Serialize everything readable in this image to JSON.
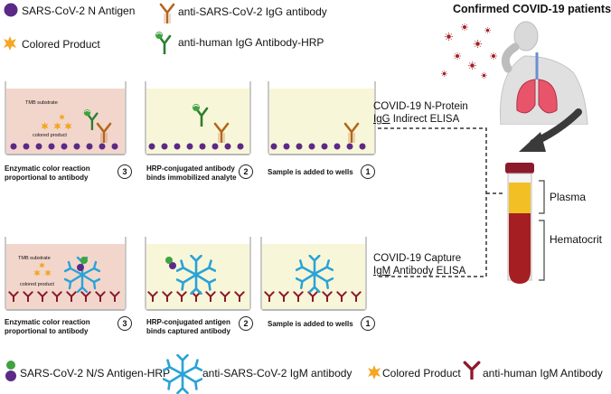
{
  "legend_top": {
    "n_antigen": "SARS-CoV-2 N Antigen",
    "colored_product": "Colored Product",
    "igg_antibody": "anti-SARS-CoV-2 IgG antibody",
    "hrp_antibody": "anti-human IgG Antibody-HRP"
  },
  "patients": {
    "title": "Confirmed COVID-19 patients"
  },
  "igg_row": {
    "wells": [
      {
        "caption": "Enzymatic color reaction proportional to antibody",
        "step": "3",
        "substrate": "TMB substrate",
        "product": "colored product"
      },
      {
        "caption": "HRP-conjugated antibody binds immobilized analyte",
        "step": "2"
      },
      {
        "caption": "Sample is added to wells",
        "step": "1"
      }
    ],
    "assay_line1": "COVID-19 N-Protein",
    "assay_u": "IgG",
    "assay_line2": " Indirect ELISA"
  },
  "igm_row": {
    "wells": [
      {
        "caption": "Enzymatic color reaction proportional to antibody",
        "step": "3",
        "substrate": "TMB substrate",
        "product": "colored product"
      },
      {
        "caption": "HRP-conjugated antigen binds captured antibody",
        "step": "2"
      },
      {
        "caption": "Sample is added to wells",
        "step": "1"
      }
    ],
    "assay_line1": "COVID-19 Capture",
    "assay_u": "IgM",
    "assay_line2": " Antibody ELISA"
  },
  "tube": {
    "plasma": "Plasma",
    "hematocrit": "Hematocrit"
  },
  "legend_bottom": {
    "ns_antigen_hrp": "SARS-CoV-2 N/S Antigen-HRP",
    "igm_antibody": "anti-SARS-CoV-2 IgM antibody",
    "colored_product": "Colored Product",
    "human_igm": "anti-human IgM Antibody"
  },
  "colors": {
    "antigen": "#5b2a86",
    "igg": "#b5651d",
    "hrp_ab": "#2e7d32",
    "igm": "#2aa3d6",
    "human_igm": "#8b1a2b",
    "product": "#f5a623",
    "well_fill_yellow": "#f8f6d8",
    "well_fill_pink": "#f2d6cc",
    "plasma": "#f2c024",
    "blood": "#a51e22"
  }
}
